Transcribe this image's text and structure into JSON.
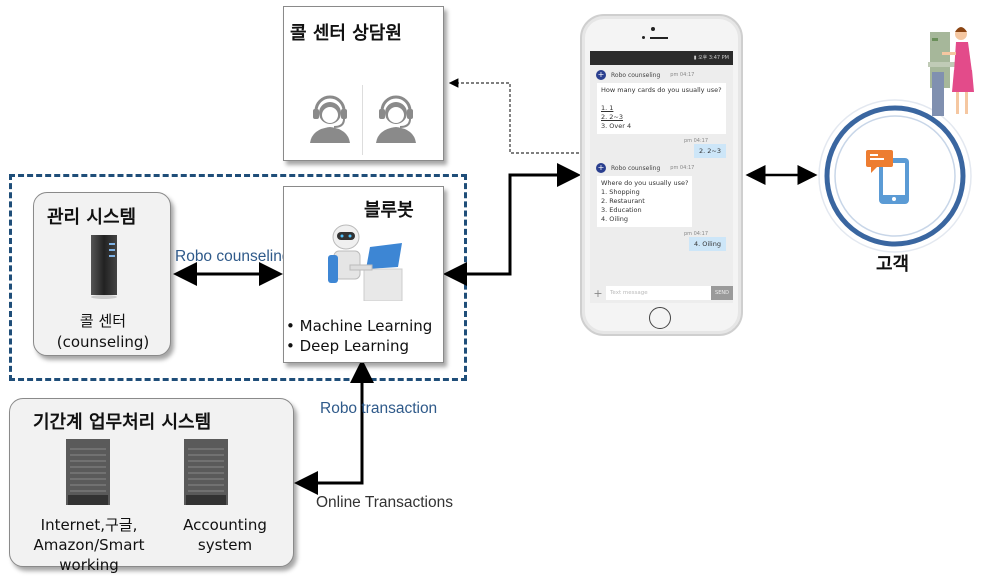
{
  "agents_box": {
    "title": "콜 센터 상담원",
    "icons": [
      "headset-agent",
      "headset-agent"
    ]
  },
  "management_box": {
    "title": "관리 시스템",
    "label_line1": "콜 센터",
    "label_line2": "(counseling)"
  },
  "blubot_box": {
    "title": "블루봇",
    "bullets": [
      "Machine Learning",
      "Deep Learning"
    ]
  },
  "core_box": {
    "title": "기간계 업무처리 시스템",
    "servers": [
      {
        "label_lines": [
          "Internet,구글,",
          "Amazon/Smart",
          "working"
        ]
      },
      {
        "label_lines": [
          "Accounting",
          "system"
        ]
      }
    ]
  },
  "connectors": {
    "robo_counseling": "Robo counseling",
    "robo_transaction": "Robo transaction",
    "online_transactions": "Online Transactions"
  },
  "customer": {
    "label": "고객"
  },
  "phone": {
    "status": "오후 3:47 PM",
    "bot_name": "Robo counseling",
    "messages": [
      {
        "from": "bot",
        "time": "pm 04:17",
        "text": "How many cards do you usually use?",
        "options": [
          "1. 1",
          "2. 2~3",
          "3. Over 4"
        ]
      },
      {
        "from": "user",
        "time": "pm 04:17",
        "text": "2. 2~3"
      },
      {
        "from": "bot",
        "time": "pm 04:17",
        "text": "Where do you usually use?",
        "options": [
          "1.  Shopping",
          "2.  Restaurant",
          "3.  Education",
          "4.  Oiling"
        ]
      },
      {
        "from": "user",
        "time": "pm 04:17",
        "text": "4. Oiling"
      }
    ],
    "input_placeholder": "Text message",
    "send_label": "SEND"
  },
  "colors": {
    "dashed_border": "#1f4e79",
    "connector_label": "#2f5a8a",
    "ring": "#3a66a0",
    "bubble_user": "#cde6f8"
  }
}
